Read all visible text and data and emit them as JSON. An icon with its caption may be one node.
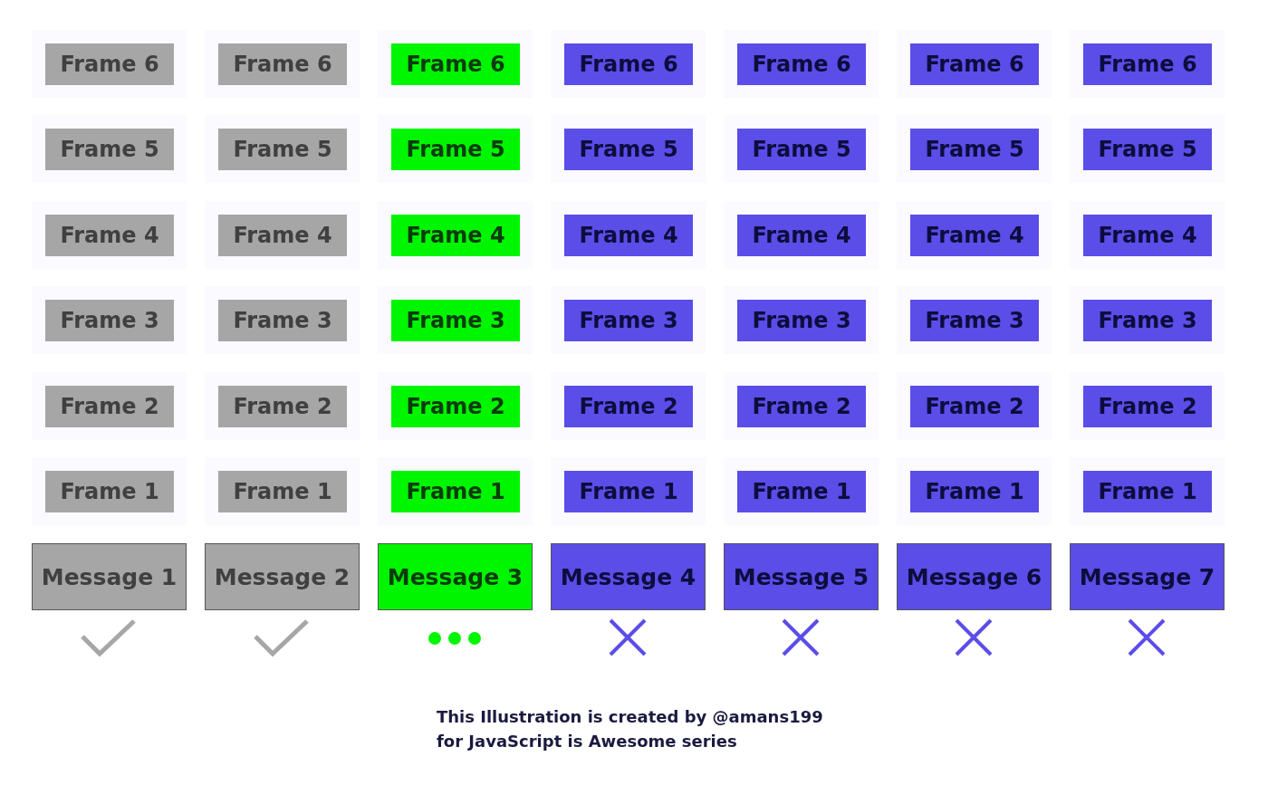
{
  "diagram": {
    "caption": "This Illustration is created by @amans199 for JavaScript is Awesome series",
    "nodes": [
      {
        "text": [
          "Frame 6"
        ]
      },
      {
        "text": [
          "Frame 6"
        ]
      },
      {
        "text": [
          "Frame 6"
        ]
      },
      {
        "text": [
          "Frame 6"
        ]
      },
      {
        "text": [
          "Frame 6"
        ]
      },
      {
        "text": [
          "Frame 6"
        ]
      },
      {
        "text": [
          "Frame 6"
        ]
      },
      {
        "text": [
          "Frame 5"
        ]
      },
      {
        "text": [
          "Frame 5"
        ]
      },
      {
        "text": [
          "Frame 5"
        ]
      },
      {
        "text": [
          "Frame 5"
        ]
      },
      {
        "text": [
          "Frame 5"
        ]
      },
      {
        "text": [
          "Frame 5"
        ]
      },
      {
        "text": [
          "Frame 5"
        ]
      },
      {
        "text": [
          "Frame 4"
        ]
      },
      {
        "text": [
          "Frame 4"
        ]
      },
      {
        "text": [
          "Frame 4"
        ]
      },
      {
        "text": [
          "Frame 4"
        ]
      },
      {
        "text": [
          "Frame 4"
        ]
      },
      {
        "text": [
          "Frame 4"
        ]
      },
      {
        "text": [
          "Frame 4"
        ]
      },
      {
        "text": [
          "Frame 3"
        ]
      },
      {
        "text": [
          "Frame 3"
        ]
      },
      {
        "text": [
          "Frame 3"
        ]
      },
      {
        "text": [
          "Frame 3"
        ]
      },
      {
        "text": [
          "Frame 3"
        ]
      },
      {
        "text": [
          "Frame 3"
        ]
      },
      {
        "text": [
          "Frame 3"
        ]
      },
      {
        "text": [
          "Frame 2"
        ]
      },
      {
        "text": [
          "Frame 2"
        ]
      },
      {
        "text": [
          "Frame 2"
        ]
      },
      {
        "text": [
          "Frame 2"
        ]
      },
      {
        "text": [
          "Frame 2"
        ]
      },
      {
        "text": [
          "Frame 2"
        ]
      },
      {
        "text": [
          "Frame 2"
        ]
      },
      {
        "text": [
          "Frame 1"
        ]
      },
      {
        "text": [
          "Frame 1"
        ]
      },
      {
        "text": [
          "Frame 1"
        ]
      },
      {
        "text": [
          "Frame 1"
        ]
      },
      {
        "text": [
          "Frame 1"
        ]
      },
      {
        "text": [
          "Frame 1"
        ]
      },
      {
        "text": [
          "Frame 1"
        ]
      },
      {
        "text": [
          "Message 1"
        ]
      },
      {
        "text": [
          "Message 2"
        ]
      },
      {
        "text": [
          "Message 3"
        ]
      },
      {
        "text": [
          "Message 4"
        ]
      },
      {
        "text": [
          "Message 5"
        ]
      },
      {
        "text": [
          "Message 6"
        ]
      },
      {
        "text": [
          "Message 7"
        ]
      }
    ]
  }
}
